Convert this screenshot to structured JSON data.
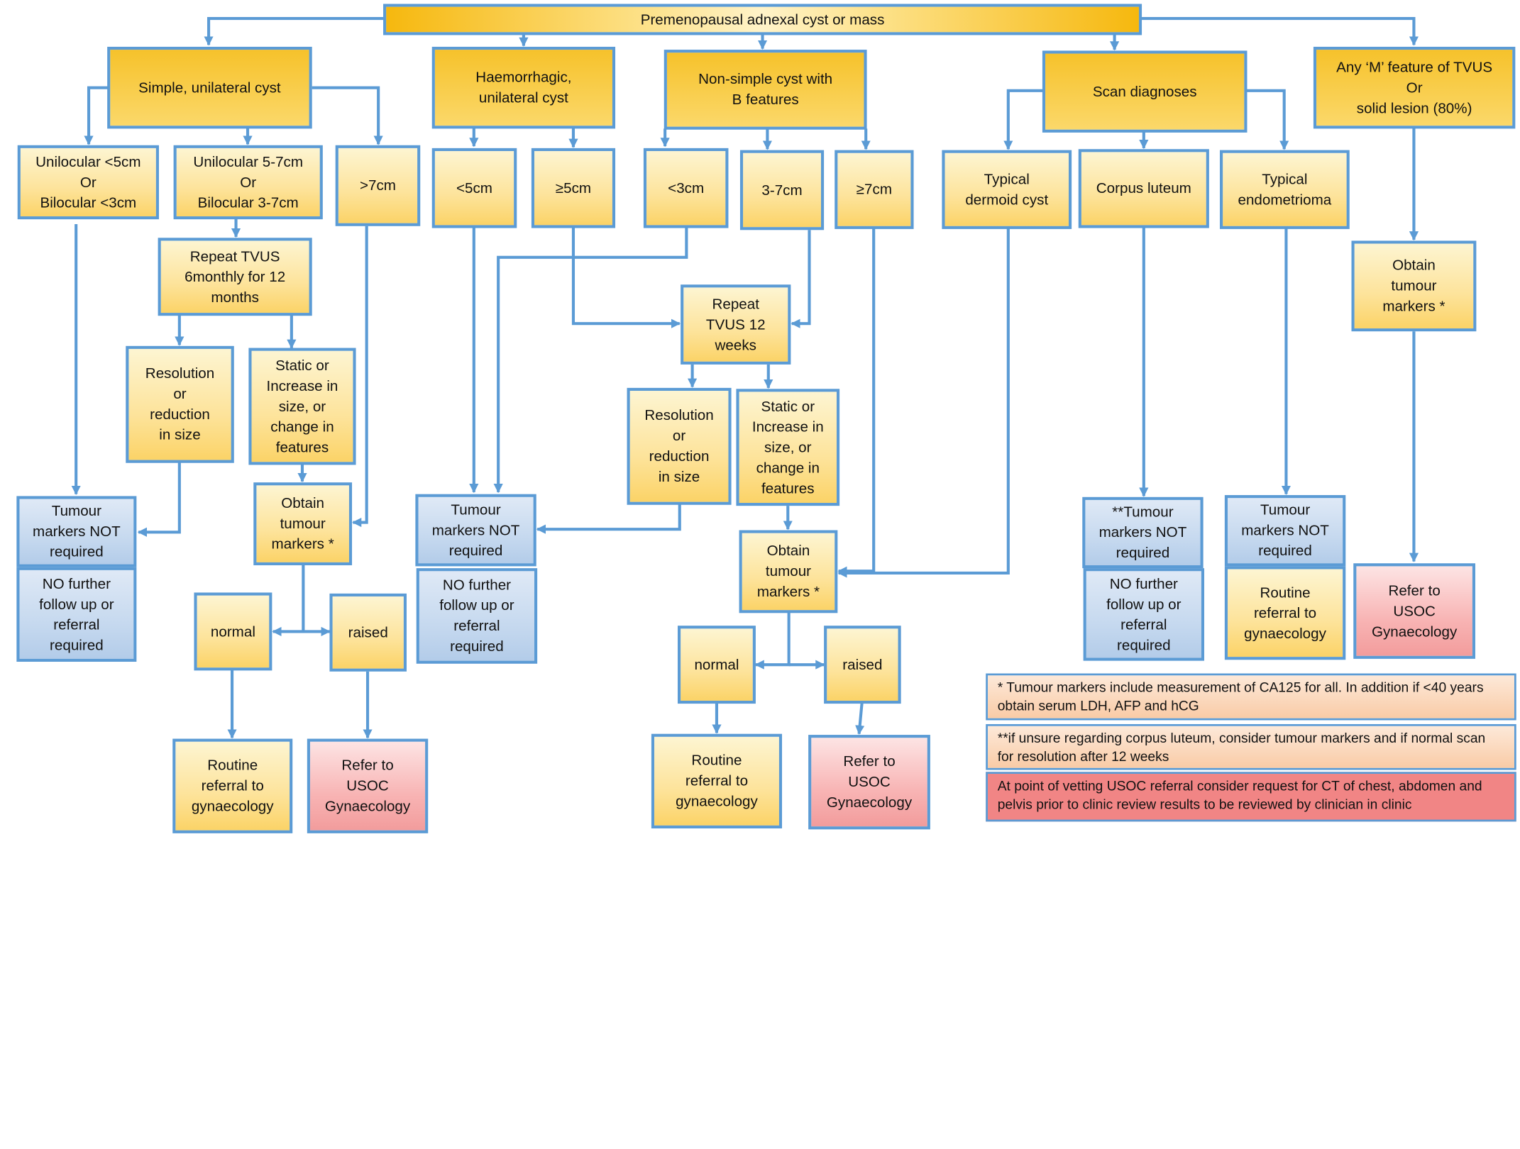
{
  "colors": {
    "arrow": "#5b9bd5",
    "yellow": "#fbd367",
    "blue": "#b3cce9",
    "pink": "#f29c9c",
    "peach": "#f9cba6",
    "red": "#f18585"
  },
  "nodes": {
    "root": "Premenopausal adnexal cyst or mass",
    "simple_cyst": "Simple, unilateral cyst",
    "haem_cyst": "Haemorrhagic,\nunilateral cyst",
    "nonsimple_cyst": "Non-simple cyst with\nB features",
    "scan_diag": "Scan diagnoses",
    "m_feature": "Any ‘M’ feature of TVUS\nOr\nsolid lesion (80%)",
    "unilocular_small": "Unilocular <5cm\nOr\nBilocular <3cm",
    "unilocular_mid": "Unilocular 5-7cm\nOr\nBilocular 3-7cm",
    "gt7": ">7cm",
    "haem_lt5": "<5cm",
    "haem_ge5": "≥5cm",
    "ns_lt3": "<3cm",
    "ns_3to7": "3-7cm",
    "ns_ge7": "≥7cm",
    "dermoid": "Typical\ndermoid cyst",
    "corpus": "Corpus luteum",
    "endo": "Typical\nendometrioma",
    "repeat_6m": "Repeat TVUS\n6monthly for 12\nmonths",
    "obtain_m": "Obtain\ntumour\nmarkers *",
    "repeat_12w": "Repeat\nTVUS 12\nweeks",
    "res1": "Resolution\nor\nreduction\nin size",
    "static1": "Static or\nIncrease in\nsize, or\nchange in\nfeatures",
    "res2": "Resolution\nor\nreduction\nin size",
    "static2": "Static or\nIncrease in\nsize, or\nchange in\nfeatures",
    "tm_not1": "Tumour\nmarkers NOT\nrequired",
    "no_fu1": "NO further\nfollow up or\nreferral\nrequired",
    "obtain1": "Obtain\ntumour\nmarkers *",
    "tm_not2": "Tumour\nmarkers NOT\nrequired",
    "no_fu2": "NO further\nfollow up or\nreferral\nrequired",
    "obtain2": "Obtain\ntumour\nmarkers *",
    "tm_not3": "**Tumour\nmarkers NOT\nrequired",
    "no_fu3": "NO further\nfollow up or\nreferral\nrequired",
    "tm_not4": "Tumour\nmarkers NOT\nrequired",
    "routine4": "Routine\nreferral to\ngynaecology",
    "refer_m": "Refer to\nUSOC\nGynaecology",
    "normal1": "normal",
    "raised1": "raised",
    "normal2": "normal",
    "raised2": "raised",
    "routine1": "Routine\nreferral to\ngynaecology",
    "refer1": "Refer to\nUSOC\nGynaecology",
    "routine2": "Routine\nreferral to\ngynaecology",
    "refer2": "Refer to\nUSOC\nGynaecology"
  },
  "notes": {
    "tumour_markers": "* Tumour markers include measurement of CA125 for all.  In addition if <40 years obtain serum LDH, AFP and hCG",
    "corpus_luteum": "**if unsure regarding corpus luteum, consider tumour markers and if normal scan for resolution after 12 weeks",
    "usoc_referral": "At point of vetting USOC referral  consider request for CT of chest, abdomen and pelvis prior to clinic review results to be reviewed by clinician in clinic"
  }
}
